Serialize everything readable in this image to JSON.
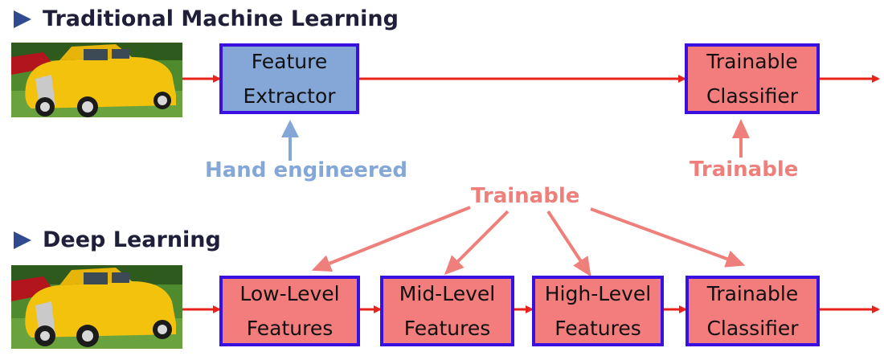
{
  "sections": [
    {
      "heading": "Traditional Machine Learning",
      "boxes": [
        {
          "line1": "Feature",
          "line2": "Extractor"
        },
        {
          "line1": "Trainable",
          "line2": "Classifier"
        }
      ],
      "annotations": [
        "Hand engineered",
        "Trainable"
      ]
    },
    {
      "heading": "Deep Learning",
      "boxes": [
        {
          "line1": "Low-Level",
          "line2": "Features"
        },
        {
          "line1": "Mid-Level",
          "line2": "Features"
        },
        {
          "line1": "High-Level",
          "line2": "Features"
        },
        {
          "line1": "Trainable",
          "line2": "Classifier"
        }
      ],
      "annotation": "Trainable"
    }
  ],
  "colors": {
    "flow_arrow": "#e8231b",
    "hand_engineered": "#84a7d8",
    "trainable": "#ee7f7a",
    "box_border": "#3a10e0",
    "box_blue": "#84a7d8",
    "box_red": "#f27d7c",
    "heading": "#1f1f3a",
    "bullet": "#2f4a8f"
  }
}
